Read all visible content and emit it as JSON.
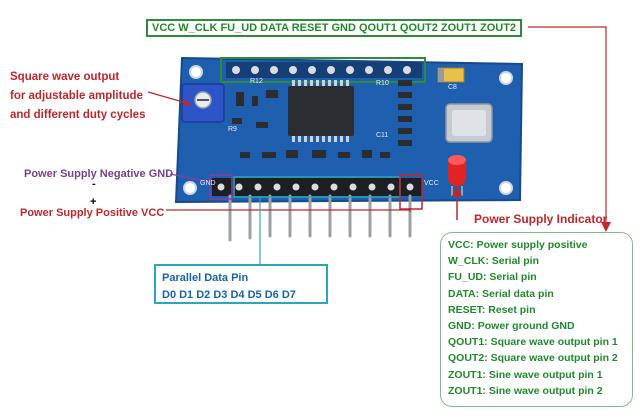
{
  "top_pins_label": "VCC W_CLK FU_UD DATA RESET GND QOUT1 QOUT2 ZOUT1 ZOUT2",
  "square_wave_label": [
    "Square wave output",
    "for adjustable amplitude",
    "and different duty cycles"
  ],
  "neg_supply_label": "Power Supply Negative GND",
  "neg_mark": "-",
  "pos_supply_label": "Power Supply Positive VCC",
  "pos_mark": "+",
  "indicator_label": "Power Supply Indicator",
  "parallel": {
    "title": "Parallel Data Pin",
    "pins": "D0 D1 D2 D3 D4 D5 D6 D7"
  },
  "legend": [
    "VCC: Power supply positive",
    "W_CLK: Serial pin",
    "FU_UD: Serial pin",
    "DATA: Serial data pin",
    "RESET: Reset pin",
    "GND: Power ground GND",
    "QOUT1: Square wave output pin 1",
    "QOUT2: Square wave output pin 2",
    "ZOUT1: Sine wave output pin 1",
    "ZOUT1: Sine wave output pin 2"
  ],
  "board": {
    "labels": {
      "r12": "R12",
      "c8": "C8",
      "r9": "R9",
      "r10": "R10",
      "c11": "C11",
      "vcc": "VCC",
      "gnd": "GND"
    }
  },
  "colors": {
    "board": "#1f5fb0",
    "green": "#1f8a2b",
    "red": "#c0272d",
    "purple": "#7b3f8c",
    "teal": "#2aa7b8"
  }
}
